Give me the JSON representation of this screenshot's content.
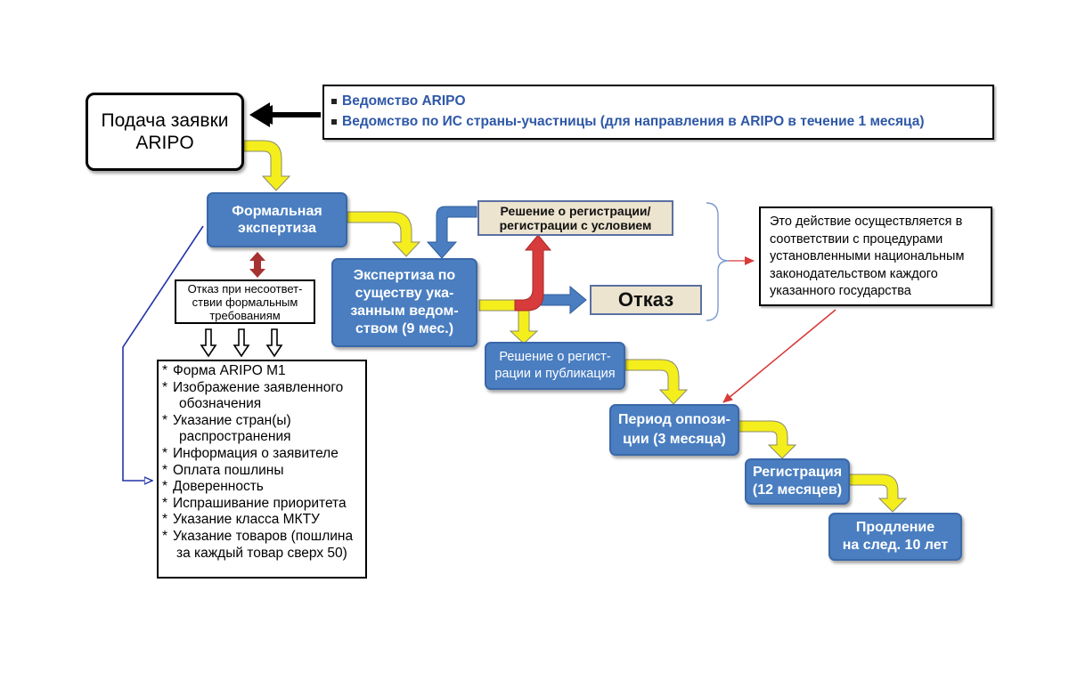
{
  "colors": {
    "process_blue": "#4a7ec1",
    "yellow_arrow": "#f5ee1d",
    "decision_beige": "#ece4cf",
    "red_arrow": "#d83b3b",
    "blue_link": "#2233a8",
    "source_text": "#2e58a7"
  },
  "nodes": {
    "filing": {
      "lines": [
        "Подача заявки",
        "ARIPO"
      ]
    },
    "sources": {
      "items": [
        "Ведомство ARIPO",
        "Ведомство по ИС страны-участницы (для направления в ARIPO в течение 1 месяца)"
      ]
    },
    "formal_exam": {
      "lines": [
        "Формальная",
        "экспертиза"
      ]
    },
    "formal_refusal": {
      "lines": [
        "Отказ при несоответ-",
        "ствии формальным",
        "требованиям"
      ]
    },
    "requirements": {
      "items": [
        [
          "Форма ARIPO M1"
        ],
        [
          "Изображение заявленного",
          "обозначения"
        ],
        [
          "Указание стран(ы)",
          "распространения"
        ],
        [
          "Информация о заявителе"
        ],
        [
          "Оплата пошлины"
        ],
        [
          "Доверенность"
        ],
        [
          "Испрашивание приоритета"
        ],
        [
          "Указание класса МКТУ"
        ],
        [
          "Указание товаров (пошлина",
          "за каждый товар сверх 50)"
        ]
      ]
    },
    "substantive_exam": {
      "lines": [
        "Экспертиза по",
        "существу ука-",
        "занным ведом-",
        "ством (9 мес.)"
      ]
    },
    "decision_conditional": {
      "lines": [
        "Решение о регистрации/",
        "регистрации с условием"
      ]
    },
    "refusal": {
      "label": "Отказ"
    },
    "note": {
      "lines": [
        "Это действие осуществляется в",
        "соответствии с процедурами",
        "установленными национальным",
        "законодательством каждого",
        "указанного государства"
      ]
    },
    "decision_publication": {
      "lines": [
        "Решение о регист-",
        "рации и публикация"
      ]
    },
    "opposition": {
      "lines": [
        "Период оппози-",
        "ции (3 месяца)"
      ]
    },
    "registration": {
      "lines": [
        "Регистрация",
        "(12 месяцев)"
      ]
    },
    "renewal": {
      "lines": [
        "Продление",
        "на след. 10 лет"
      ]
    }
  }
}
